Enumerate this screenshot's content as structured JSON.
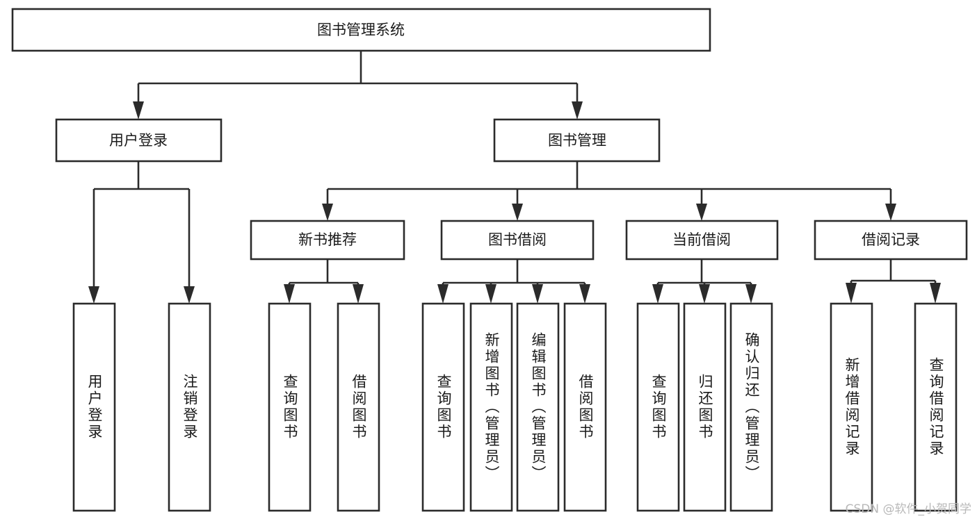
{
  "diagram": {
    "title": "图书管理系统",
    "type": "tree",
    "watermark": "CSDN @软件_小贺同学",
    "colors": {
      "box_stroke": "#2b2b2b",
      "box_fill": "#ffffff",
      "text": "#1a1a1a",
      "background": "#ffffff",
      "watermark": "#b9b9b9"
    },
    "root": {
      "label": "图书管理系统"
    },
    "level2": [
      {
        "id": "user-login",
        "label": "用户登录"
      },
      {
        "id": "book-management",
        "label": "图书管理"
      }
    ],
    "level3": [
      {
        "id": "new-book-recommend",
        "label": "新书推荐",
        "parent": "book-management"
      },
      {
        "id": "book-borrow",
        "label": "图书借阅",
        "parent": "book-management"
      },
      {
        "id": "current-borrow",
        "label": "当前借阅",
        "parent": "book-management"
      },
      {
        "id": "borrow-record",
        "label": "借阅记录",
        "parent": "book-management"
      }
    ],
    "leaves": {
      "user-login": [
        {
          "id": "leaf-user-login",
          "label": "用户登录"
        },
        {
          "id": "leaf-logout-login",
          "label": "注销登录"
        }
      ],
      "new-book-recommend": [
        {
          "id": "leaf-query-book-1",
          "label": "查询图书"
        },
        {
          "id": "leaf-borrow-book-1",
          "label": "借阅图书"
        }
      ],
      "book-borrow": [
        {
          "id": "leaf-query-book-2",
          "label": "查询图书"
        },
        {
          "id": "leaf-add-book",
          "label": "新增图书（管理员）"
        },
        {
          "id": "leaf-edit-book",
          "label": "编辑图书（管理员）"
        },
        {
          "id": "leaf-borrow-book-2",
          "label": "借阅图书"
        }
      ],
      "current-borrow": [
        {
          "id": "leaf-query-book-3",
          "label": "查询图书"
        },
        {
          "id": "leaf-return-book",
          "label": "归还图书"
        },
        {
          "id": "leaf-confirm-return",
          "label": "确认归还（管理员）"
        }
      ],
      "borrow-record": [
        {
          "id": "leaf-add-record",
          "label": "新增借阅记录"
        },
        {
          "id": "leaf-query-record",
          "label": "查询借阅记录"
        }
      ]
    }
  }
}
